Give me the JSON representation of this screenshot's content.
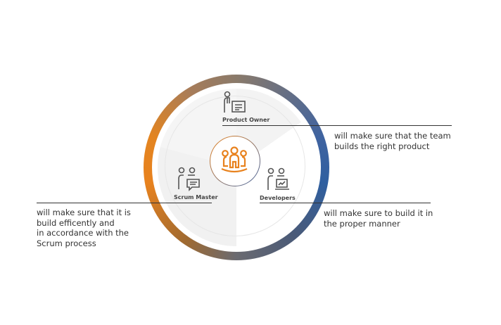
{
  "colors": {
    "orange": "#e8821e",
    "blue": "#2f5fa0",
    "icon_gray": "#555555"
  },
  "center": {
    "icon": "team-icon"
  },
  "roles": [
    {
      "label": "Product Owner",
      "icon": "product-owner-icon",
      "description": [
        "will make sure that the team",
        "builds the right product"
      ]
    },
    {
      "label": "Scrum Master",
      "icon": "scrum-master-icon",
      "description": [
        "will make sure that it is",
        "build efficently and",
        "in accordance with the",
        "Scrum process"
      ]
    },
    {
      "label": "Developers",
      "icon": "developers-icon",
      "description": [
        "will make sure to build it in",
        "the proper manner"
      ]
    }
  ]
}
